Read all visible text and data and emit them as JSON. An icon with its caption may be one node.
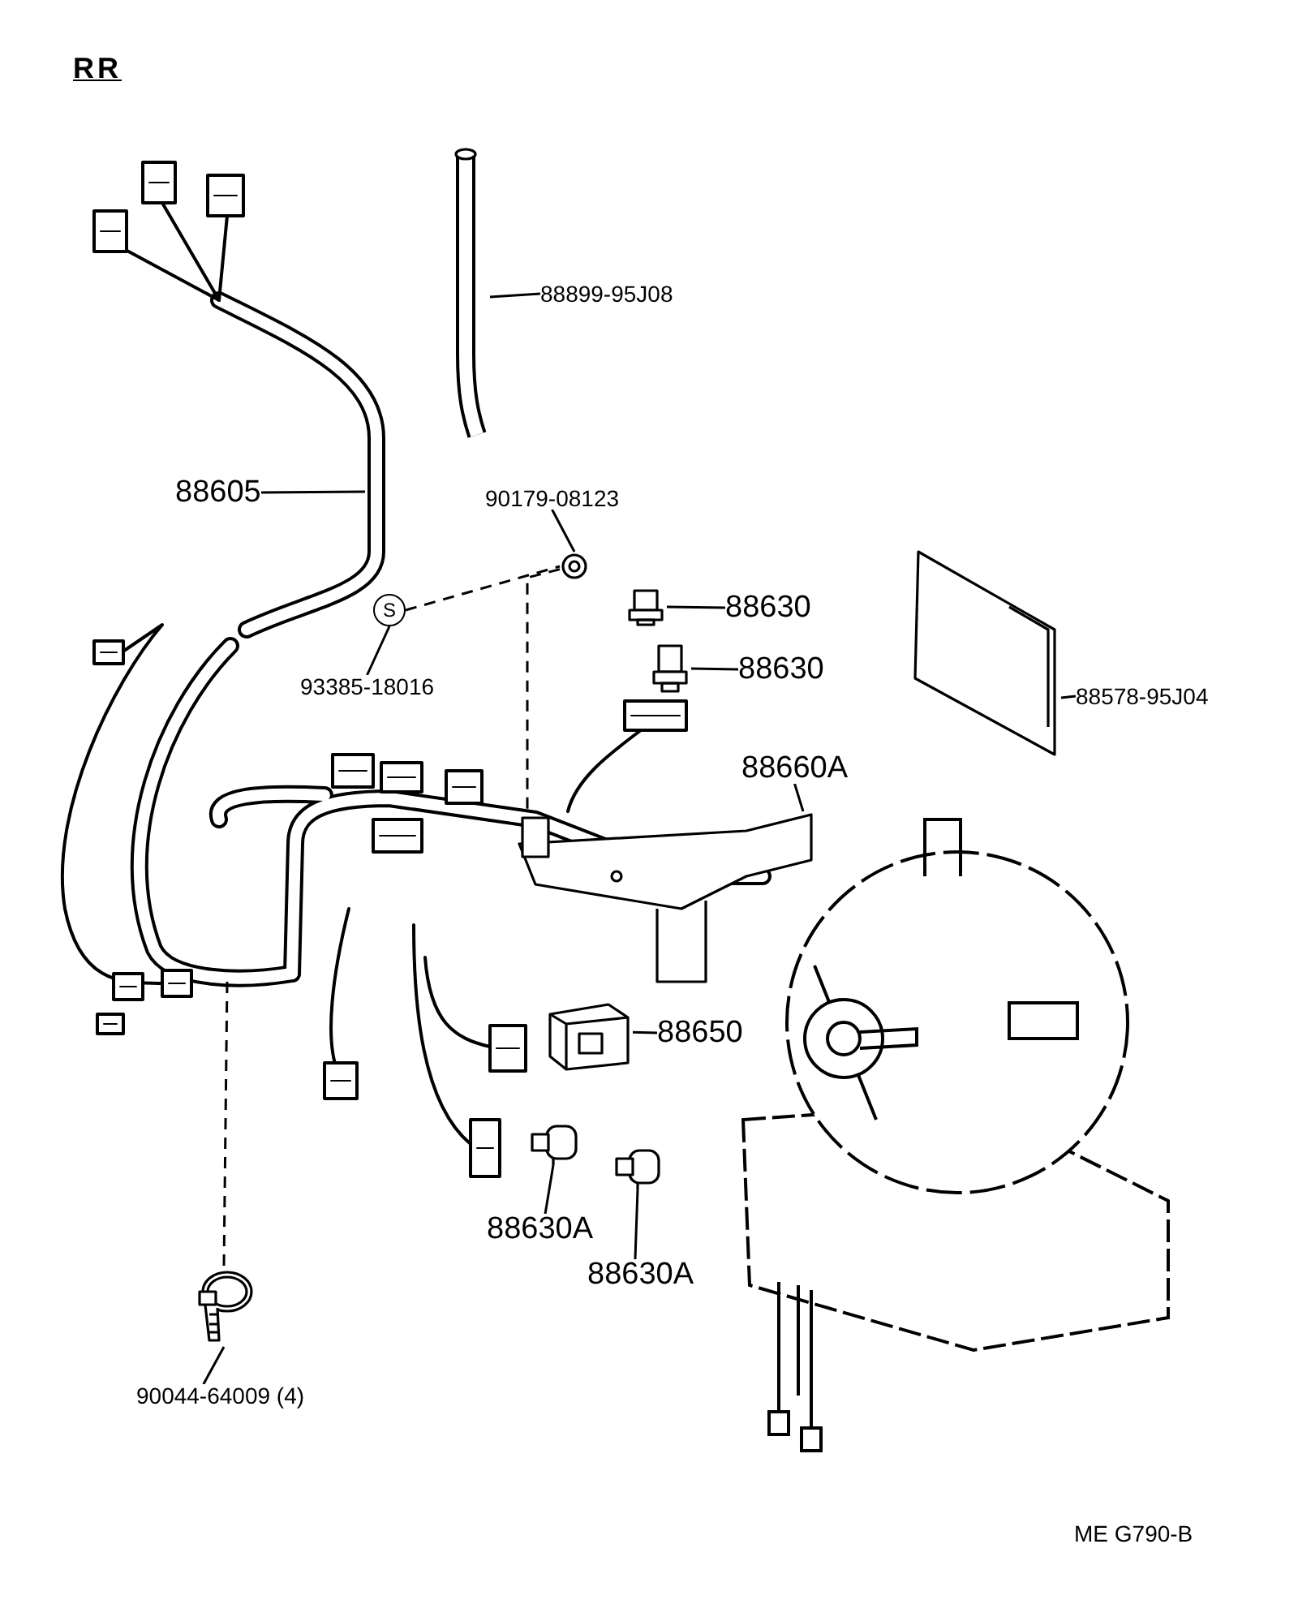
{
  "diagram": {
    "nodes": [
      {
        "text": [
          "88899-95J08"
        ]
      },
      {
        "text": [],
        "shape": "picture"
      },
      {
        "text": [
          "88605"
        ]
      },
      {
        "text": [],
        "shape": "picture"
      },
      {
        "text": [
          "90179-08123"
        ]
      },
      {
        "text": [],
        "shape": "picture"
      },
      {
        "text": [
          "93385-18016"
        ]
      },
      {
        "text": [
          "S"
        ]
      },
      {
        "text": [
          "88630"
        ]
      },
      {
        "text": [],
        "shape": "picture"
      },
      {
        "text": [
          "88630"
        ]
      },
      {
        "text": [],
        "shape": "picture"
      },
      {
        "text": [
          "88578-95J04"
        ]
      },
      {
        "text": [],
        "shape": "picture"
      },
      {
        "text": [
          "88660A"
        ]
      },
      {
        "text": [],
        "shape": "picture"
      },
      {
        "text": [
          "88650"
        ]
      },
      {
        "text": [],
        "shape": "picture"
      },
      {
        "text": [
          "88630A"
        ]
      },
      {
        "text": [],
        "shape": "picture"
      },
      {
        "text": [
          "88630A"
        ]
      },
      {
        "text": [],
        "shape": "picture"
      },
      {
        "text": [
          "90044-64009 (4)"
        ]
      },
      {
        "text": [],
        "shape": "picture"
      }
    ],
    "edges": [
      {
        "from": 0,
        "to": 1,
        "arrow": "none"
      },
      {
        "from": 2,
        "to": 3,
        "arrow": "none"
      },
      {
        "from": 4,
        "to": 5,
        "arrow": "none"
      },
      {
        "from": 6,
        "to": 7,
        "arrow": "none"
      },
      {
        "from": 7,
        "to": 5,
        "arrow": "none",
        "style": "dashed"
      },
      {
        "from": 5,
        "to": 15,
        "arrow": "none",
        "style": "dashed"
      },
      {
        "from": 8,
        "to": 9,
        "arrow": "none"
      },
      {
        "from": 10,
        "to": 11,
        "arrow": "none"
      },
      {
        "from": 12,
        "to": 13,
        "arrow": "none"
      },
      {
        "from": 14,
        "to": 15,
        "arrow": "none"
      },
      {
        "from": 16,
        "to": 17,
        "arrow": "none"
      },
      {
        "from": 18,
        "to": 19,
        "arrow": "none"
      },
      {
        "from": 20,
        "to": 21,
        "arrow": "none"
      },
      {
        "from": 22,
        "to": 23,
        "arrow": "none"
      },
      {
        "from": null,
        "to": 23,
        "arrow": "none",
        "style": "dashed"
      }
    ],
    "labels": [
      "RR",
      "ME  G790-B"
    ]
  }
}
